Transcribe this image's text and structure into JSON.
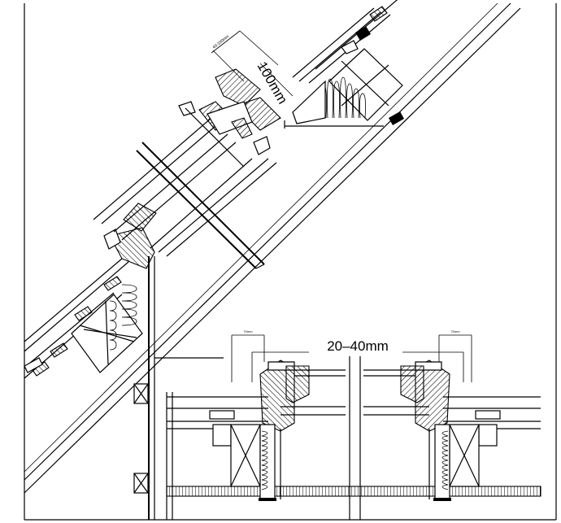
{
  "labels": {
    "gap_dimension": "20–40mm",
    "overlap_dimension": "100mm",
    "small_dim_left": "70mm",
    "small_dim_right": "70mm",
    "small_dim_top": "40-100mm"
  },
  "colors": {
    "line": "#000000",
    "background": "#ffffff"
  }
}
